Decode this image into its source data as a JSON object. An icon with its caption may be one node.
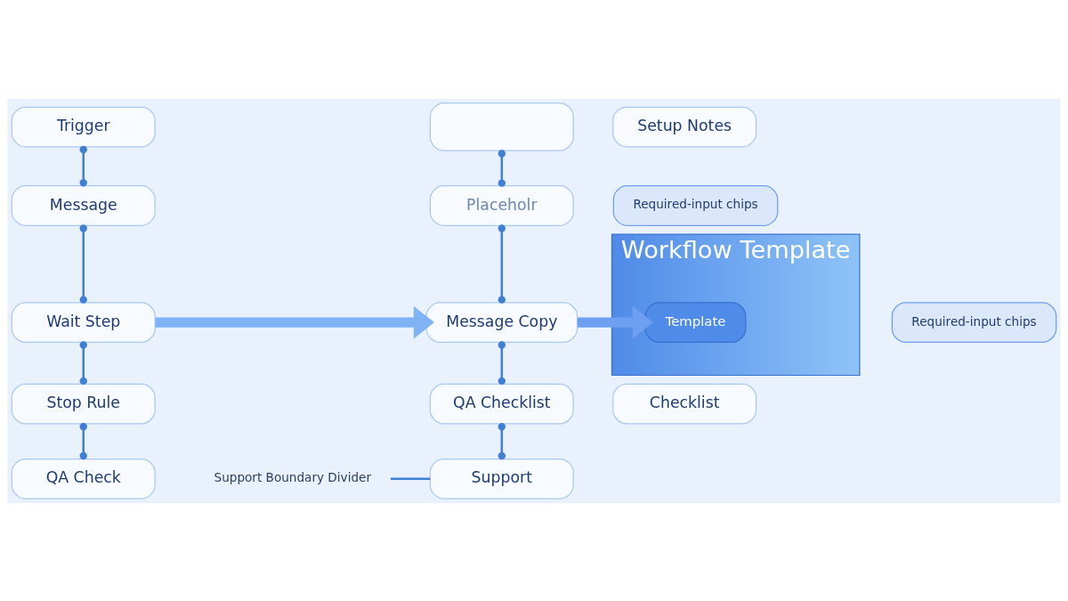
{
  "diagram": {
    "nodes": [
      {
        "text": [
          "Trigger"
        ]
      },
      {
        "text": [
          "Message"
        ]
      },
      {
        "text": [
          "Wait Step"
        ]
      },
      {
        "text": [
          "Stop Rule"
        ]
      },
      {
        "text": [
          "QA Check"
        ]
      },
      {
        "text": [],
        "shape": "box"
      },
      {
        "text": [
          "Setup Notes"
        ]
      },
      {
        "text": [
          "Placeholr"
        ]
      },
      {
        "text": [
          "Required-input chips"
        ]
      },
      {
        "text": [
          "Message Copy"
        ]
      },
      {
        "text": [
          "Required-input chips"
        ]
      },
      {
        "text": [
          "Checklist"
        ]
      },
      {
        "text": [
          "QA Checklist"
        ]
      },
      {
        "text": [
          "Support"
        ]
      },
      {
        "text": [
          "Support Boundary Divider"
        ]
      },
      {
        "text": [
          "Workflow Template"
        ]
      },
      {
        "text": [
          "Template"
        ],
        "in": 15
      }
    ],
    "edges": [
      {
        "from": 0,
        "to": 1,
        "arrow": "other"
      },
      {
        "from": 1,
        "to": 2,
        "arrow": "other"
      },
      {
        "from": 2,
        "to": 3,
        "arrow": "other"
      },
      {
        "from": 3,
        "to": 4,
        "arrow": "other"
      },
      {
        "from": 5,
        "to": 7,
        "arrow": "other"
      },
      {
        "from": 7,
        "to": 9,
        "arrow": "other"
      },
      {
        "from": 9,
        "to": 12,
        "arrow": "other"
      },
      {
        "from": 12,
        "to": 13,
        "arrow": "other"
      },
      {
        "from": 14,
        "to": 13,
        "arrow": "none"
      },
      {
        "from": 2,
        "to": 9,
        "arrow": "to",
        "style": "thick",
        "color": "#7fb3f5"
      },
      {
        "from": 9,
        "to": 16,
        "arrow": "to",
        "style": "thick",
        "color": "#6f9ff0"
      }
    ]
  }
}
